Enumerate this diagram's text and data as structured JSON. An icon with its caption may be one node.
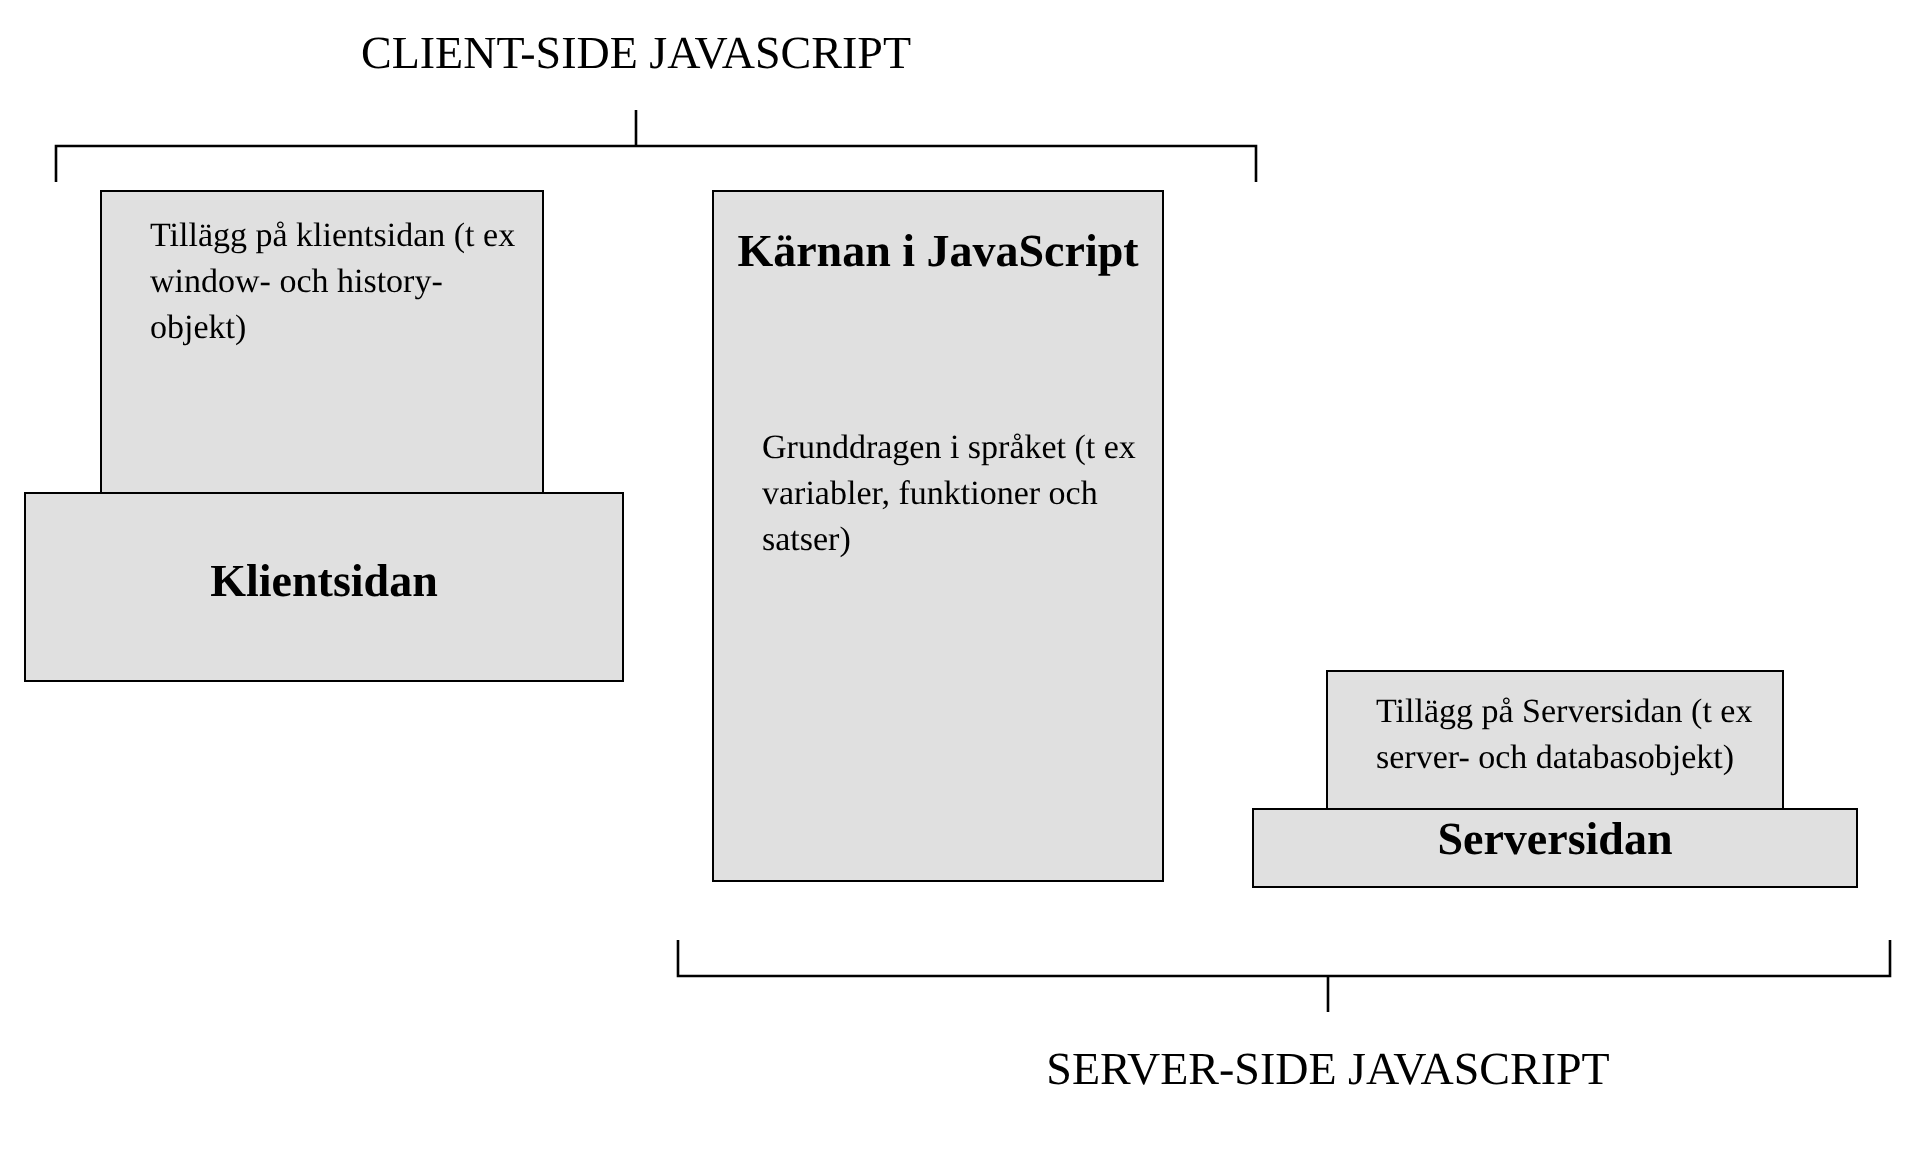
{
  "diagram": {
    "nodes": [
      {
        "text": [
          "Tillägg på klientsidan (t ex window- och history-objekt)"
        ]
      },
      {
        "text": [
          "Klientsidan"
        ]
      },
      {
        "text": [
          "Kärnan i JavaScript",
          "Grunddragen i språket (t ex variabler, funktioner och satser)"
        ]
      },
      {
        "text": [
          "Tillägg på Serversidan (t ex server- och databasobjekt)"
        ]
      },
      {
        "text": [
          "Serversidan"
        ]
      }
    ],
    "labels": [
      "CLIENT-SIDE JAVASCRIPT",
      "SERVER-SIDE JAVASCRIPT"
    ]
  }
}
